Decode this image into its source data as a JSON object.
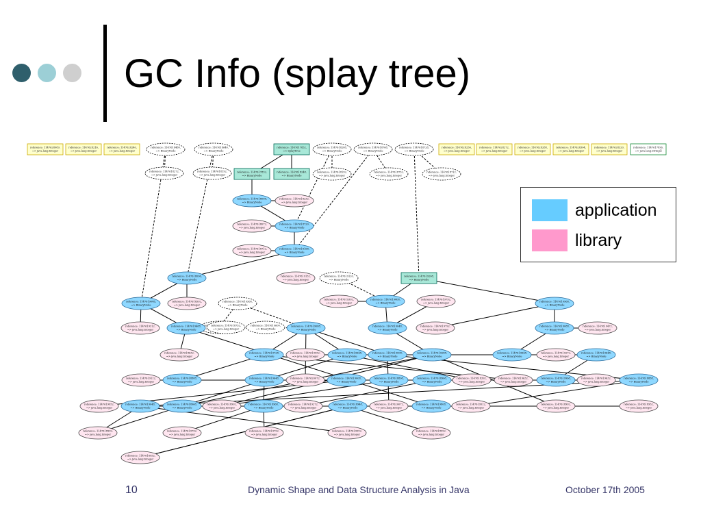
{
  "slide": {
    "title": "GC Info (splay tree)",
    "footer": {
      "page": "10",
      "center": "Dynamic Shape and Data Structure Analysis in Java",
      "date": "October 17th 2005"
    },
    "decor_colors": [
      "#2f5f6c",
      "#9ccfd6",
      "#cfcfcf"
    ]
  },
  "legend": {
    "items": [
      {
        "label": "application",
        "color": "#66ccff"
      },
      {
        "label": "library",
        "color": "#ff99cc"
      }
    ]
  },
  "diagram": {
    "colors": {
      "root_fill": "#ffffcc",
      "root_stroke": "#ccaa00",
      "app_fill": "#8fd8ff",
      "app_stroke": "#2a6a99",
      "lib_fill": "#ffe6f0",
      "lib_stroke": "#444444",
      "box_app_fill": "#a8e8d8",
      "box_app_stroke": "#006655",
      "box_str_stroke": "#118833",
      "edge": "#000000"
    },
    "nodes": [
      {
        "id": "r1",
        "line1": "reference: 1147628089,",
        "line2": "=> java.lang.Integer",
        "kind": "root"
      },
      {
        "id": "r2",
        "line1": "reference: 1147628216,",
        "line2": "=> java.lang.Integer",
        "kind": "root"
      },
      {
        "id": "r3",
        "line1": "reference: 1147628240,",
        "line2": "=> java.lang.Integer",
        "kind": "root"
      },
      {
        "id": "d1",
        "line1": "reference: 1147618480,",
        "line2": "=> BinaryNode",
        "kind": "dashed"
      },
      {
        "id": "d2",
        "line1": "reference: 1147618640,",
        "line2": "=> BinaryNode",
        "kind": "dashed"
      },
      {
        "id": "st",
        "line1": "reference: 1147617852,",
        "line2": "=> SplayTree",
        "kind": "boxapp"
      },
      {
        "id": "d3",
        "line1": "reference: 1147618288,",
        "line2": "=> BinaryNode",
        "kind": "dashed"
      },
      {
        "id": "d4",
        "line1": "reference: 1147618768,",
        "line2": "=> BinaryNode",
        "kind": "dashed"
      },
      {
        "id": "d5",
        "line1": "reference: 1147618728,",
        "line2": "=> BinaryNode",
        "kind": "dashed"
      },
      {
        "id": "r4",
        "line1": "reference: 1147628256,",
        "line2": "=> java.lang.Integer",
        "kind": "root"
      },
      {
        "id": "r5",
        "line1": "reference: 1147628272,",
        "line2": "=> java.lang.Integer",
        "kind": "root"
      },
      {
        "id": "r6",
        "line1": "reference: 1147628288,",
        "line2": "=> java.lang.Integer",
        "kind": "root"
      },
      {
        "id": "r7",
        "line1": "reference: 1147628304,",
        "line2": "=> java.lang.Integer",
        "kind": "root"
      },
      {
        "id": "r8",
        "line1": "reference: 1147628320,",
        "line2": "=> java.lang.Integer",
        "kind": "root"
      },
      {
        "id": "s1",
        "line1": "reference: 1147617896,",
        "line2": "=> java.lang.String[]",
        "kind": "boxstr"
      },
      {
        "id": "e1",
        "line1": "reference: 1147618272,",
        "line2": "=> java.lang.Integer",
        "kind": "dashed"
      },
      {
        "id": "e2",
        "line1": "reference: 1147618192,",
        "line2": "=> java.lang.Integer",
        "kind": "dashed"
      },
      {
        "id": "b1",
        "line1": "reference: 1147617832,",
        "line2": "=> BinaryNode",
        "kind": "boxapp"
      },
      {
        "id": "b2",
        "line1": "reference: 1147618248,",
        "line2": "=> BinaryNode",
        "kind": "boxapp"
      },
      {
        "id": "e3",
        "line1": "reference: 1147618192,",
        "line2": "=> java.lang.Integer",
        "kind": "dashed"
      },
      {
        "id": "e4",
        "line1": "reference: 1147618752,",
        "line2": "=> java.lang.Integer",
        "kind": "dashed"
      },
      {
        "id": "e5",
        "line1": "reference: 1147618712,",
        "line2": "=> java.lang.Integer",
        "kind": "dashed"
      },
      {
        "id": "n1",
        "line1": "reference: 1147618008,",
        "line2": "=> BinaryNode",
        "kind": "app"
      },
      {
        "id": "l1",
        "line1": "reference: 1147618232,",
        "line2": "=> java.lang.Integer",
        "kind": "lib"
      },
      {
        "id": "l2",
        "line1": "reference: 1147618072,",
        "line2": "=> java.lang.Integer",
        "kind": "lib"
      },
      {
        "id": "n2",
        "line1": "reference: 1147618720,",
        "line2": "=> BinaryNode",
        "kind": "app"
      },
      {
        "id": "l3",
        "line1": "reference: 1147618712,",
        "line2": "=> java.lang.Integer",
        "kind": "lib"
      },
      {
        "id": "n3",
        "line1": "reference: 1147618168,",
        "line2": "=> BinaryNode",
        "kind": "app"
      },
      {
        "id": "n4",
        "line1": "reference: 1147618096,",
        "line2": "=> BinaryNode",
        "kind": "app"
      },
      {
        "id": "l4",
        "line1": "reference: 1147619152,",
        "line2": "=> java.lang.Integer",
        "kind": "lib"
      },
      {
        "id": "d6",
        "line1": "reference: 1147619120,",
        "line2": "=> BinaryNode",
        "kind": "dashed"
      },
      {
        "id": "bx",
        "line1": "reference: 1147619208,",
        "line2": "=> BinaryNode",
        "kind": "boxapp"
      },
      {
        "id": "n5",
        "line1": "reference: 1147619048,",
        "line2": "=> BinaryNode",
        "kind": "app"
      },
      {
        "id": "l5",
        "line1": "reference: 1147618592,",
        "line2": "=> java.lang.Integer",
        "kind": "lib"
      },
      {
        "id": "d7",
        "line1": "reference: 1147619568,",
        "line2": "=> BinaryNode",
        "kind": "dashed"
      },
      {
        "id": "d8",
        "line1": "reference: 1147619312,",
        "line2": "=> java.lang.Integer",
        "kind": "dashed"
      },
      {
        "id": "n6",
        "line1": "reference: 1147619488,",
        "line2": "=> BinaryNode",
        "kind": "app"
      },
      {
        "id": "l6",
        "line1": "reference: 1147619312,",
        "line2": "=> java.lang.Integer",
        "kind": "lib"
      },
      {
        "id": "n7",
        "line1": "reference: 1147619808,",
        "line2": "=> BinaryNode",
        "kind": "app"
      },
      {
        "id": "l7",
        "line1": "reference: 1147618632,",
        "line2": "=> java.lang.Integer",
        "kind": "lib"
      },
      {
        "id": "n8",
        "line1": "reference: 1147619088,",
        "line2": "=> BinaryNode",
        "kind": "app"
      },
      {
        "id": "d9",
        "line1": "reference: 1147618752,",
        "line2": "=> java.lang.Integer",
        "kind": "dashed"
      },
      {
        "id": "d10",
        "line1": "reference: 1147619600,",
        "line2": "=> BinaryNode",
        "kind": "dashed"
      },
      {
        "id": "n9",
        "line1": "reference: 1147619408,",
        "line2": "=> BinaryNode",
        "kind": "app"
      },
      {
        "id": "n10",
        "line1": "reference: 1147619048,",
        "line2": "=> BinaryNode",
        "kind": "app"
      },
      {
        "id": "l8",
        "line1": "reference: 1147619392,",
        "line2": "=> java.lang.Integer",
        "kind": "lib"
      },
      {
        "id": "n11",
        "line1": "reference: 1147619288,",
        "line2": "=> BinaryNode",
        "kind": "app"
      },
      {
        "id": "l9",
        "line1": "reference: 1147619792,",
        "line2": "=> java.lang.Integer",
        "kind": "lib"
      },
      {
        "id": "l10",
        "line1": "reference: 1147619792,",
        "line2": "=> java.lang.Integer",
        "kind": "lib"
      },
      {
        "id": "d11",
        "line1": "reference: 1147619592,",
        "line2": "=> java.lang.Integer",
        "kind": "dashed"
      },
      {
        "id": "n12",
        "line1": "reference: 1147619728,",
        "line2": "=> BinaryNode",
        "kind": "app"
      },
      {
        "id": "l11",
        "line1": "reference: 1147619472,",
        "line2": "=> java.lang.Integer",
        "kind": "lib"
      },
      {
        "id": "n13",
        "line1": "reference: 1147619648,",
        "line2": "=> BinaryNode",
        "kind": "app"
      },
      {
        "id": "l12",
        "line1": "reference: 1147619552,",
        "line2": "=> java.lang.Integer",
        "kind": "lib"
      },
      {
        "id": "n14",
        "line1": "reference: 1147619008,",
        "line2": "=> BinaryNode",
        "kind": "app"
      },
      {
        "id": "n15",
        "line1": "reference: 1147618888,",
        "line2": "=> BinaryNode",
        "kind": "app"
      },
      {
        "id": "l13",
        "line1": "reference: 1147619272,",
        "line2": "=> java.lang.Integer",
        "kind": "lib"
      },
      {
        "id": "n16",
        "line1": "reference: 1147619968,",
        "line2": "=> BinaryNode",
        "kind": "app"
      },
      {
        "id": "l14",
        "line1": "reference: 1147619112,",
        "line2": "=> java.lang.Integer",
        "kind": "lib"
      },
      {
        "id": "n17",
        "line1": "reference: 1147619088,",
        "line2": "=> BinaryNode",
        "kind": "app"
      },
      {
        "id": "l15",
        "line1": "reference: 1147620072,",
        "line2": "=> java.lang.Integer",
        "kind": "lib"
      },
      {
        "id": "n18",
        "line1": "reference: 1147619648,",
        "line2": "=> BinaryNode",
        "kind": "app"
      },
      {
        "id": "l16",
        "line1": "reference: 1147618392,",
        "line2": "=> java.lang.Integer",
        "kind": "lib"
      },
      {
        "id": "n19",
        "line1": "reference: 1147619648,",
        "line2": "=> BinaryNode",
        "kind": "app"
      },
      {
        "id": "n20",
        "line1": "reference: 1147619968,",
        "line2": "=> BinaryNode",
        "kind": "app"
      },
      {
        "id": "l17",
        "line1": "reference: 1147619632,",
        "line2": "=> java.lang.Integer",
        "kind": "lib"
      },
      {
        "id": "n21",
        "line1": "reference: 1147619648,",
        "line2": "=> BinaryNode",
        "kind": "app"
      },
      {
        "id": "n22",
        "line1": "reference: 1147619008,",
        "line2": "=> BinaryNode",
        "kind": "app"
      },
      {
        "id": "l18",
        "line1": "reference: 1147619632,",
        "line2": "=> java.lang.Integer",
        "kind": "lib"
      },
      {
        "id": "n23",
        "line1": "reference: 1147618808,",
        "line2": "=> BinaryNode",
        "kind": "app"
      },
      {
        "id": "l19",
        "line1": "reference: 1147619952,",
        "line2": "=> java.lang.Integer",
        "kind": "lib"
      },
      {
        "id": "n24",
        "line1": "reference: 1147618968,",
        "line2": "=> BinaryNode",
        "kind": "app"
      },
      {
        "id": "l20",
        "line1": "reference: 1147618992,",
        "line2": "=> java.lang.Integer",
        "kind": "lib"
      },
      {
        "id": "l21",
        "line1": "reference: 1147619272,",
        "line2": "=> java.lang.Integer",
        "kind": "lib"
      },
      {
        "id": "l22",
        "line1": "reference: 1147620072,",
        "line2": "=> java.lang.Integer",
        "kind": "lib"
      },
      {
        "id": "n25",
        "line1": "reference: 1147618888,",
        "line2": "=> BinaryNode",
        "kind": "app"
      },
      {
        "id": "l23",
        "line1": "reference: 1147619512,",
        "line2": "=> java.lang.Integer",
        "kind": "lib"
      },
      {
        "id": "n26",
        "line1": "reference: 1147619048,",
        "line2": "=> BinaryNode",
        "kind": "app"
      },
      {
        "id": "n27",
        "line1": "reference: 1147618968,",
        "line2": "=> BinaryNode",
        "kind": "app"
      },
      {
        "id": "l24",
        "line1": "reference: 1147618992,",
        "line2": "=> java.lang.Integer",
        "kind": "lib"
      },
      {
        "id": "l25",
        "line1": "reference: 1147618952,",
        "line2": "=> java.lang.Integer",
        "kind": "lib"
      },
      {
        "id": "l26",
        "line1": "reference: 1147618992,",
        "line2": "=> java.lang.Integer",
        "kind": "lib"
      },
      {
        "id": "n28",
        "line1": "reference: 1147618968,",
        "line2": "=> BinaryNode",
        "kind": "app"
      },
      {
        "id": "l27",
        "line1": "reference: 1147619792,",
        "line2": "=> java.lang.Integer",
        "kind": "lib"
      },
      {
        "id": "l28",
        "line1": "reference: 1147619792,",
        "line2": "=> java.lang.Integer",
        "kind": "lib"
      },
      {
        "id": "l29",
        "line1": "reference: 1147619552,",
        "line2": "=> java.lang.Integer",
        "kind": "lib"
      },
      {
        "id": "n29",
        "line1": "reference: 1147618948,",
        "line2": "=> BinaryNode",
        "kind": "app"
      },
      {
        "id": "l30",
        "line1": "reference: 1147618992,",
        "line2": "=> java.lang.Integer",
        "kind": "lib"
      },
      {
        "id": "l31",
        "line1": "reference: 1147618952,",
        "line2": "=> java.lang.Integer",
        "kind": "lib"
      },
      {
        "id": "l32",
        "line1": "reference: 1147619552,",
        "line2": "=> java.lang.Integer",
        "kind": "lib"
      },
      {
        "id": "l33",
        "line1": "reference: 1147618992,",
        "line2": "=> java.lang.Integer",
        "kind": "lib"
      },
      {
        "id": "l34",
        "line1": "reference: 1147619872,",
        "line2": "=> java.lang.Integer",
        "kind": "lib"
      },
      {
        "id": "l35",
        "line1": "reference: 1147618928,",
        "line2": "=> java.lang.Integer",
        "kind": "lib"
      }
    ],
    "edges": [
      [
        "st",
        "b1",
        "s"
      ],
      [
        "st",
        "b2",
        "s"
      ],
      [
        "d1",
        "e1",
        "d"
      ],
      [
        "d2",
        "e2",
        "d"
      ],
      [
        "d3",
        "e3",
        "d"
      ],
      [
        "d4",
        "e4",
        "d"
      ],
      [
        "d5",
        "e5",
        "d"
      ],
      [
        "b1",
        "n1",
        "s"
      ],
      [
        "n1",
        "l1",
        "s"
      ],
      [
        "n1",
        "n2",
        "s"
      ],
      [
        "n2",
        "l2",
        "s"
      ],
      [
        "n2",
        "n3",
        "s"
      ],
      [
        "n3",
        "l3",
        "s"
      ],
      [
        "n3",
        "n4",
        "s"
      ],
      [
        "d3",
        "n2",
        "d"
      ],
      [
        "d4",
        "n3",
        "d"
      ],
      [
        "d5",
        "bx",
        "d"
      ],
      [
        "d1",
        "n5",
        "d"
      ],
      [
        "d2",
        "n4",
        "d"
      ],
      [
        "n4",
        "n5",
        "s"
      ],
      [
        "n4",
        "l5",
        "s"
      ],
      [
        "n5",
        "l6",
        "s"
      ],
      [
        "n5",
        "n6",
        "s"
      ],
      [
        "n6",
        "l7",
        "s"
      ],
      [
        "n6",
        "n7",
        "s"
      ],
      [
        "d7",
        "d8",
        "d"
      ],
      [
        "d7",
        "n8",
        "d"
      ],
      [
        "d6",
        "n9",
        "d"
      ],
      [
        "d10",
        "n8",
        "d"
      ],
      [
        "bx",
        "n9",
        "s"
      ],
      [
        "bx",
        "n16",
        "s"
      ],
      [
        "n9",
        "l8",
        "s"
      ],
      [
        "n9",
        "n10",
        "s"
      ],
      [
        "n10",
        "l9",
        "s"
      ],
      [
        "n10",
        "n11",
        "s"
      ],
      [
        "n16",
        "l10",
        "s"
      ],
      [
        "n16",
        "n17",
        "s"
      ],
      [
        "n17",
        "l11",
        "s"
      ],
      [
        "n17",
        "n18",
        "s"
      ],
      [
        "n18",
        "l12",
        "s"
      ],
      [
        "n18",
        "n19",
        "s"
      ],
      [
        "n19",
        "l13",
        "s"
      ],
      [
        "n19",
        "n20",
        "s"
      ],
      [
        "n20",
        "l14",
        "s"
      ],
      [
        "n8",
        "n12",
        "s"
      ],
      [
        "n8",
        "l15",
        "s"
      ],
      [
        "n8",
        "n13",
        "s"
      ],
      [
        "n8",
        "n14",
        "s"
      ],
      [
        "n13",
        "l16",
        "s"
      ],
      [
        "n13",
        "n21",
        "s"
      ],
      [
        "n12",
        "n15",
        "s"
      ],
      [
        "n12",
        "l17",
        "s"
      ],
      [
        "n15",
        "l18",
        "s"
      ],
      [
        "n15",
        "n22",
        "s"
      ],
      [
        "n22",
        "l19",
        "s"
      ],
      [
        "n22",
        "n23",
        "s"
      ],
      [
        "n23",
        "l20",
        "s"
      ],
      [
        "n23",
        "n24",
        "s"
      ],
      [
        "n24",
        "l21",
        "s"
      ],
      [
        "n14",
        "l22",
        "s"
      ],
      [
        "n14",
        "n25",
        "s"
      ],
      [
        "n25",
        "l23",
        "s"
      ],
      [
        "n25",
        "n26",
        "s"
      ],
      [
        "n11",
        "n27",
        "s"
      ],
      [
        "n11",
        "l24",
        "s"
      ],
      [
        "n27",
        "l25",
        "s"
      ],
      [
        "n21",
        "l26",
        "s"
      ],
      [
        "n21",
        "n28",
        "s"
      ],
      [
        "n28",
        "l27",
        "s"
      ],
      [
        "n28",
        "l28",
        "s"
      ],
      [
        "n26",
        "l29",
        "s"
      ],
      [
        "n26",
        "n29",
        "s"
      ],
      [
        "n29",
        "l30",
        "s"
      ],
      [
        "n29",
        "l31",
        "s"
      ],
      [
        "n20",
        "l32",
        "s"
      ],
      [
        "n20",
        "n24",
        "s"
      ],
      [
        "n11",
        "l33",
        "s"
      ],
      [
        "n26",
        "l34",
        "s"
      ],
      [
        "n29",
        "l35",
        "s"
      ]
    ]
  }
}
